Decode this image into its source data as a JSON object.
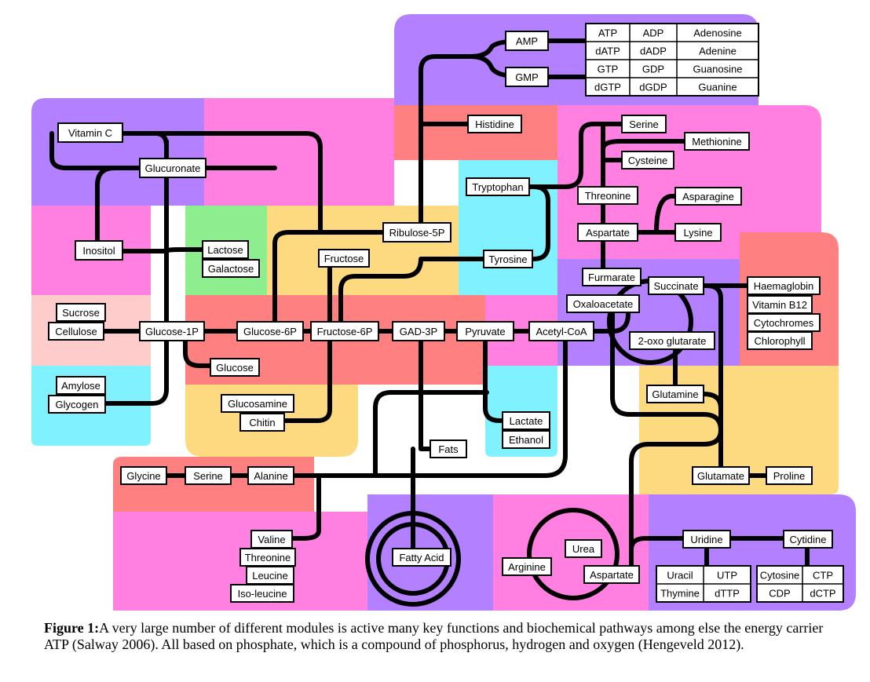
{
  "colors": {
    "purple": "#b380ff",
    "pink": "#ff80e0",
    "salmon": "#ff8080",
    "cyan": "#80f2ff",
    "yellow": "#fdd980",
    "green": "#8cee8c",
    "lightpink": "#ffcccc"
  },
  "nodes": {
    "vitamin_c": "Vitamin C",
    "glucuronate": "Glucuronate",
    "inositol": "Inositol",
    "lactose": "Lactose",
    "galactose": "Galactose",
    "sucrose": "Sucrose",
    "cellulose": "Cellulose",
    "glucose_1p": "Glucose-1P",
    "glucose_6p": "Glucose-6P",
    "fructose_6p": "Fructose-6P",
    "gad_3p": "GAD-3P",
    "pyruvate": "Pyruvate",
    "acetyl_coa": "Acetyl-CoA",
    "glucose": "Glucose",
    "amylose": "Amylose",
    "glycogen": "Glycogen",
    "glucosamine": "Glucosamine",
    "chitin": "Chitin",
    "fructose": "Fructose",
    "ribulose_5p": "Ribulose-5P",
    "amp": "AMP",
    "gmp": "GMP",
    "histidine": "Histidine",
    "tryptophan": "Tryptophan",
    "tyrosine": "Tyrosine",
    "serine_top": "Serine",
    "methionine": "Methionine",
    "cysteine": "Cysteine",
    "threonine_top": "Threonine",
    "asparagine": "Asparagine",
    "aspartate_top": "Aspartate",
    "lysine": "Lysine",
    "furmarate": "Furmarate",
    "succinate": "Succinate",
    "oxaloacetate": "Oxaloacetate",
    "oxo_glutarate": "2-oxo glutarate",
    "haemaglobin": "Haemaglobin",
    "vitamin_b12": "Vitamin B12",
    "cytochromes": "Cytochromes",
    "chlorophyll": "Chlorophyll",
    "glutamine": "Glutamine",
    "glutamate": "Glutamate",
    "proline": "Proline",
    "lactate": "Lactate",
    "ethanol": "Ethanol",
    "fats": "Fats",
    "glycine": "Glycine",
    "serine_bottom": "Serine",
    "alanine": "Alanine",
    "valine": "Valine",
    "threonine_bottom": "Threonine",
    "leucine": "Leucine",
    "iso_leucine": "Iso-leucine",
    "fatty_acid": "Fatty Acid",
    "urea": "Urea",
    "arginine": "Arginine",
    "aspartate_bottom": "Aspartate",
    "uridine": "Uridine",
    "cytidine": "Cytidine"
  },
  "nucleotide_table": [
    [
      "ATP",
      "ADP",
      "Adenosine"
    ],
    [
      "dATP",
      "dADP",
      "Adenine"
    ],
    [
      "GTP",
      "GDP",
      "Guanosine"
    ],
    [
      "dGTP",
      "dGDP",
      "Guanine"
    ]
  ],
  "uracil_table": [
    [
      "Uracil",
      "UTP"
    ],
    [
      "Thymine",
      "dTTP"
    ]
  ],
  "cytosine_table": [
    [
      "Cytosine",
      "CTP"
    ],
    [
      "CDP",
      "dCTP"
    ]
  ],
  "caption": {
    "label": "Figure 1:",
    "text": "A very large number of different modules is active many key functions and biochemical pathways among else the energy carrier ATP (Salway 2006). All based on phosphate, which is a compound of phosphorus, hydrogen and oxygen (Hengeveld 2012)."
  }
}
